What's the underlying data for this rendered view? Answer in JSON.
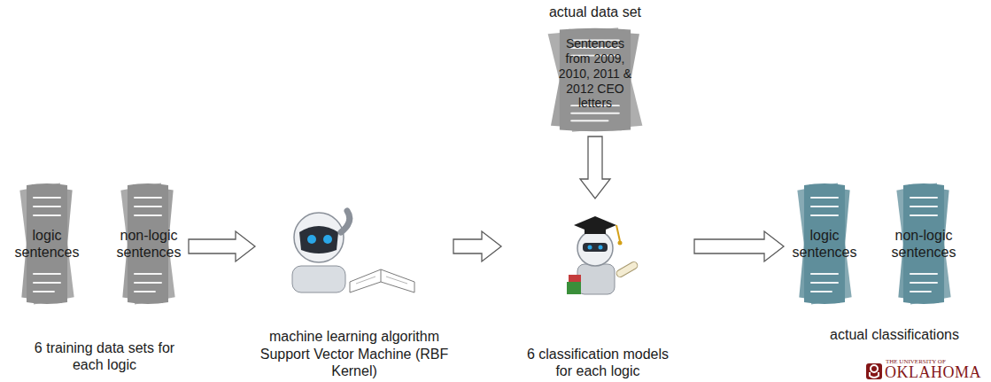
{
  "diagram": {
    "nodes": [
      {
        "text": [
          "logic sentences"
        ]
      },
      {
        "text": [
          "non-logic sentences"
        ]
      },
      {
        "text": [
          "machine learning algorithm Support Vector Machine (RBF Kernel)"
        ]
      },
      {
        "text": [
          "6 classification models for each logic"
        ]
      },
      {
        "text": [
          "actual data set",
          "Sentences from 2009, 2010, 2011 & 2012 CEO letters"
        ]
      },
      {
        "text": [
          "logic sentences"
        ]
      },
      {
        "text": [
          "non-logic sentences"
        ]
      }
    ],
    "edges": [
      {
        "from": 1,
        "to": 2,
        "arrow": "to"
      },
      {
        "from": 2,
        "to": 3,
        "arrow": "to"
      },
      {
        "from": 4,
        "to": 3,
        "arrow": "to"
      },
      {
        "from": 3,
        "to": 5,
        "arrow": "to"
      }
    ],
    "labels": [
      "6 training data sets for each logic",
      "actual classifications",
      "THE UNIVERSITY OF",
      "OKLAHOMA"
    ]
  }
}
